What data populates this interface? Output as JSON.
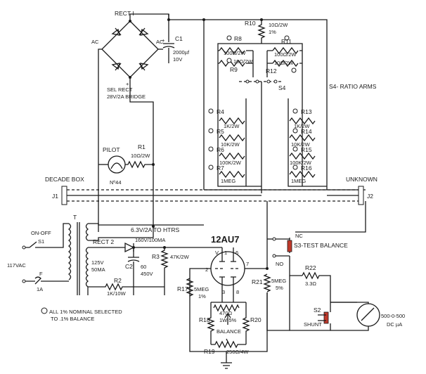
{
  "labels": {
    "rect1": "RECT I",
    "ac_left": "AC",
    "ac_right": "AC",
    "sel_rect_1": "SEL RECT",
    "sel_rect_2": "28V/2A BRIDGE",
    "c1": "C1",
    "c1_val_1": "2000µf",
    "c1_val_2": "10V",
    "r1": "R1",
    "r1_val": "10Ω/2W",
    "pilot": "PILOT",
    "pilot_no": "Nº44",
    "r10": "R10",
    "r10_val_1": "10Ω/2W",
    "r10_val_2": "1%",
    "r8": "R8",
    "r8_val": "100Ω/2W",
    "r9": "R9",
    "r9_val": "10Ω/2W",
    "r11": "R11",
    "r11_val": "100Ω/2W",
    "r12": "R12",
    "r12_val": "10Ω/2W",
    "s4": "S4",
    "s4_ratio": "S4- RATIO ARMS",
    "r4": "R4",
    "r4_val": "1K/2W",
    "r5": "R5",
    "r5_val": "10K/2W",
    "r6": "R6",
    "r6_val": "100K/2W",
    "r7": "R7",
    "r7_val": "1MEG",
    "r13": "R13",
    "r13_val": "1K/2W",
    "r14": "R14",
    "r14_val": "10K/2W",
    "r15": "R15",
    "r15_val": "100K/2W",
    "r16": "R16",
    "r16_val": "1MEG",
    "decade_box": "DECADE BOX",
    "unknown": "UNKNOWN",
    "j1": "J1",
    "j2": "J2",
    "t": "T",
    "on_off": "ON-OFF",
    "s1": "S1",
    "vac": "117VAC",
    "f": "F",
    "fuse_1a": "1A",
    "htrs": "6.3V/2A TO HTRS",
    "rect2": "RECT 2",
    "rect2_val": "160V/100MA",
    "sec_1": "125V",
    "sec_2": "50MA",
    "c2": "C2",
    "c2_val_1": "60",
    "c2_val_2": "450V",
    "r2": "R2",
    "r2_val": "1K/10W",
    "r3": "R3",
    "r3_val": "47K/2W",
    "tube": "12AU7",
    "pin1": "1",
    "pin2": "2",
    "pin3": "3",
    "pin6": "6",
    "pin7": "7",
    "pin8": "8",
    "pin_v": "V",
    "r17": "R17",
    "r17_val_1": "5MEG",
    "r17_val_2": "1%",
    "r21": "R21",
    "r21_val_1": "5MEG",
    "r21_val_2": "5%",
    "r18": "R18",
    "r18_val_1": "470Ω",
    "r18_val_2": "1W 5%",
    "balance": "BALANCE",
    "r20": "R20",
    "r19": "R19",
    "r19_val": "250Ω/4W",
    "nc": "NC",
    "no": "NO",
    "s3": "S3-TEST BALANCE",
    "r22": "R22",
    "r22_val": "3.3Ω",
    "s2": "S2",
    "shunt": "SHUNT",
    "meter_1": "500-0-500",
    "meter_2": "DC µA",
    "note_1": "ALL 1% NOMINAL SELECTED",
    "note_2": "TO .1% BALANCE"
  }
}
